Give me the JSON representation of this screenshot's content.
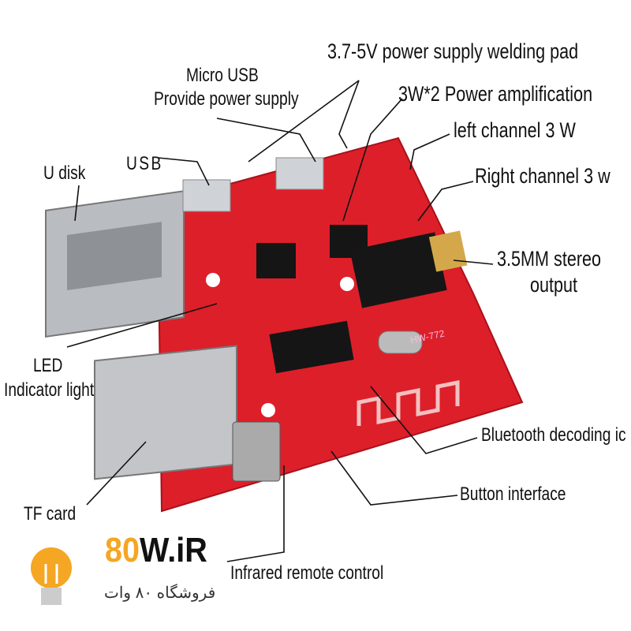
{
  "labels": {
    "power_pad": "3.7-5V power supply welding pad",
    "micro_usb_1": "Micro USB",
    "micro_usb_2": "Provide power supply",
    "amplification": "3W*2 Power amplification",
    "left_channel": "left channel 3 W",
    "right_channel": "Right channel 3 w",
    "stereo_1": "3.5MM stereo",
    "stereo_2": "output",
    "usb": "USB",
    "u_disk": "U disk",
    "led_1": "LED",
    "led_2": "Indicator light",
    "bluetooth": "Bluetooth decoding ic",
    "button": "Button interface",
    "tf_card": "TF card",
    "infrared": "Infrared remote control"
  },
  "board": {
    "model": "HW-772",
    "color": "#e0202a"
  },
  "watermark": {
    "brand_num": "80",
    "brand_rest": "W.iR",
    "persian": "فروشگاه ۸۰ وات",
    "accent": "#f5a623"
  }
}
